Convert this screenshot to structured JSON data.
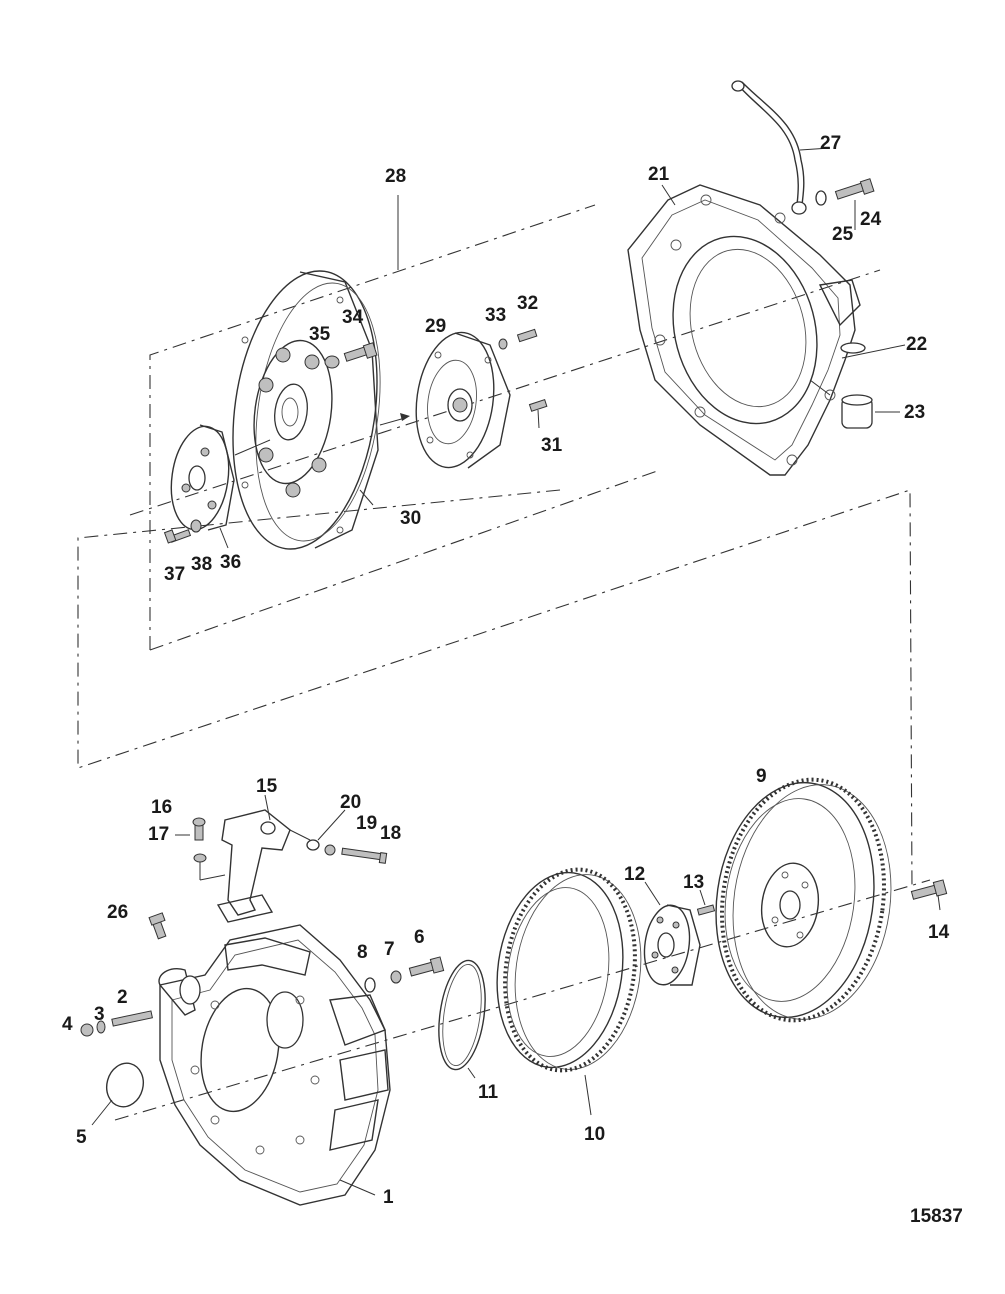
{
  "figure_number": "15837",
  "callouts": {
    "c1": "1",
    "c2": "2",
    "c3": "3",
    "c4": "4",
    "c5": "5",
    "c6": "6",
    "c7": "7",
    "c8": "8",
    "c9": "9",
    "c10": "10",
    "c11": "11",
    "c12": "12",
    "c13": "13",
    "c14": "14",
    "c15": "15",
    "c16": "16",
    "c17": "17",
    "c18": "18",
    "c19": "19",
    "c20": "20",
    "c21": "21",
    "c22": "22",
    "c23": "23",
    "c24": "24",
    "c25": "25",
    "c26": "26",
    "c27": "27",
    "c28": "28",
    "c29": "29",
    "c30": "30",
    "c31": "31",
    "c32": "32",
    "c33": "33",
    "c34": "34",
    "c35": "35",
    "c36": "36",
    "c37": "37",
    "c38": "38"
  }
}
